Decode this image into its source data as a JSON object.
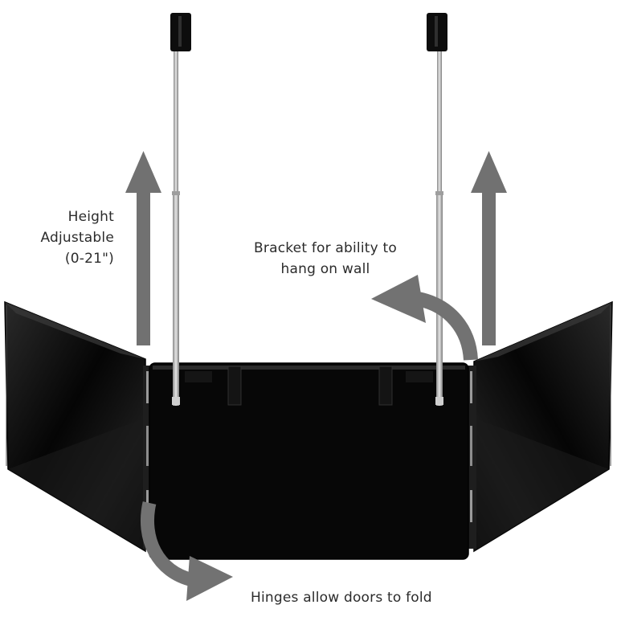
{
  "image": {
    "subject": "tri-fold mirror",
    "colors": {
      "panel": "#0b0b0b",
      "panel_sheen": "#3a3a3a",
      "rod": "#b8b8b8",
      "arrow": "#6f6f6f",
      "text": "#2b2b2b",
      "background": "#ffffff"
    }
  },
  "callouts": {
    "height": {
      "line1": "Height",
      "line2": "Adjustable",
      "line3": "(0-21\")"
    },
    "bracket": {
      "line1": "Bracket for ability to",
      "line2": "hang on wall"
    },
    "hinges": {
      "text": "Hinges allow doors to fold"
    }
  }
}
